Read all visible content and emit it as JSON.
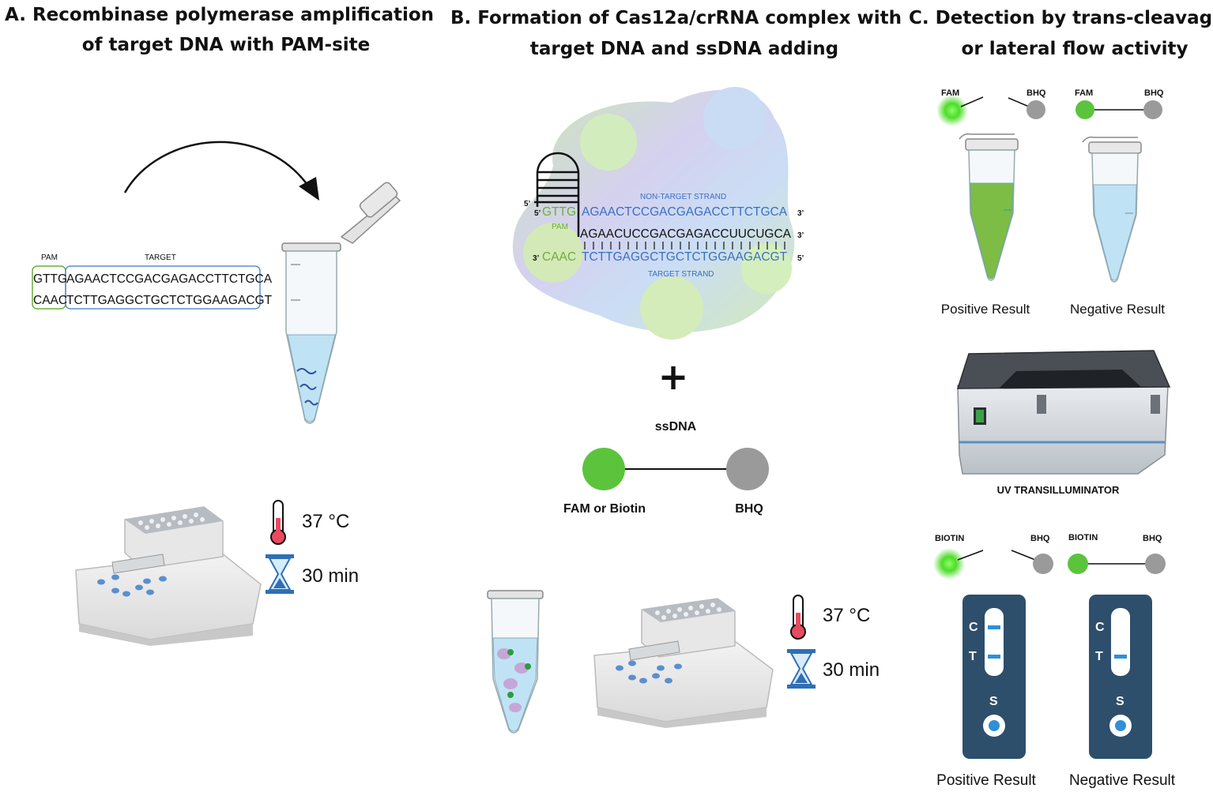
{
  "panel_a": {
    "title_line1": "A.   Recombinase polymerase amplification",
    "title_line2": "of target DNA with PAM-site",
    "pam_label": "PAM",
    "target_label": "TARGET",
    "seq_top_pam": "GTTG",
    "seq_top_target": "AGAACTCCGACGAGACCTTCTGCA",
    "seq_bottom_pam": "CAAC",
    "seq_bottom_target": "TCTTGAGGCTGCTCTGGAAGACGT",
    "temperature": "37 °C",
    "time": "30 min"
  },
  "panel_b": {
    "title_line1": "B.   Formation of Cas12a/crRNA complex with",
    "title_line2": "target DNA and ssDNA adding",
    "non_target_label": "NON-TARGET STRAND",
    "target_strand_label": "TARGET STRAND",
    "pam_label": "PAM",
    "five_prime": "5’",
    "three_prime": "3’",
    "nt_pam": "GTTG",
    "nt_seq": "AGAACTCCGACGAGACCTTCTGCA",
    "rna_seq": "AGAACUCCGACGAGACCUUCUGCA",
    "t_pam": "CAAC",
    "t_seq": "TCTTGAGGCTGCTCTGGAAGACGT",
    "plus": "+",
    "ssdna_label": "ssDNA",
    "fam_biotin_label": "FAM or Biotin",
    "bhq_label": "BHQ",
    "temperature": "37 °C",
    "time": "30 min"
  },
  "panel_c": {
    "title_line1": "C.   Detection by trans-cleavage",
    "title_line2": "or lateral flow activity",
    "fam": "FAM",
    "bhq": "BHQ",
    "biotin": "BIOTIN",
    "positive": "Positive Result",
    "negative": "Negative Result",
    "uv_label": "UV TRANSILLUMINATOR",
    "strip_c": "C",
    "strip_t": "T",
    "strip_s": "S"
  },
  "colors": {
    "green": "#5cc43c",
    "gray": "#9a9a9a",
    "blue_text": "#3a6fc4",
    "green_text": "#6aaf38",
    "strip": "#2d4f6c",
    "tube_liquid_blue": "#bfe3f5",
    "tube_liquid_green": "#7dbd45"
  }
}
